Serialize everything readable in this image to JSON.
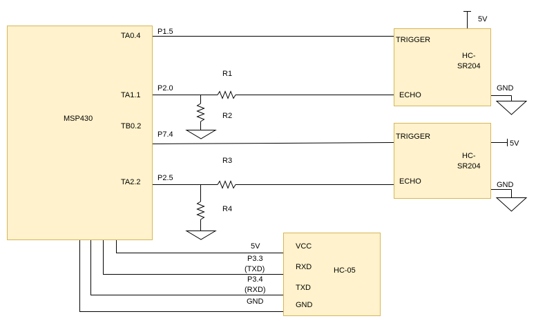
{
  "colors": {
    "block_fill": "#fff2cc",
    "block_stroke": "#d6b656",
    "wire": "#000000",
    "text": "#000000"
  },
  "msp430": {
    "name": "MSP430",
    "ports": [
      "TA0.4",
      "TA1.1",
      "TB0.2",
      "TA2.2"
    ]
  },
  "sensor1": {
    "name_line1": "HC-",
    "name_line2": "SR204",
    "trigger": "TRIGGER",
    "echo": "ECHO",
    "vcc": "5V",
    "gnd": "GND"
  },
  "sensor2": {
    "name_line1": "HC-",
    "name_line2": "SR204",
    "trigger": "TRIGGER",
    "echo": "ECHO",
    "vcc": "5V",
    "gnd": "GND"
  },
  "wires": {
    "p15": "P1.5",
    "p20": "P2.0",
    "p74": "P7.4",
    "p25": "P2.5"
  },
  "resistors": {
    "r1": "R1",
    "r2": "R2",
    "r3": "R3",
    "r4": "R4"
  },
  "hc05": {
    "name": "HC-05",
    "pins": [
      "VCC",
      "RXD",
      "TXD",
      "GND"
    ],
    "wire_labels": {
      "vcc": "5V",
      "rxd_line1": "P3.3",
      "rxd_line2": "(TXD)",
      "txd_line1": "P3.4",
      "txd_line2": "(RXD)",
      "gnd": "GND"
    }
  }
}
